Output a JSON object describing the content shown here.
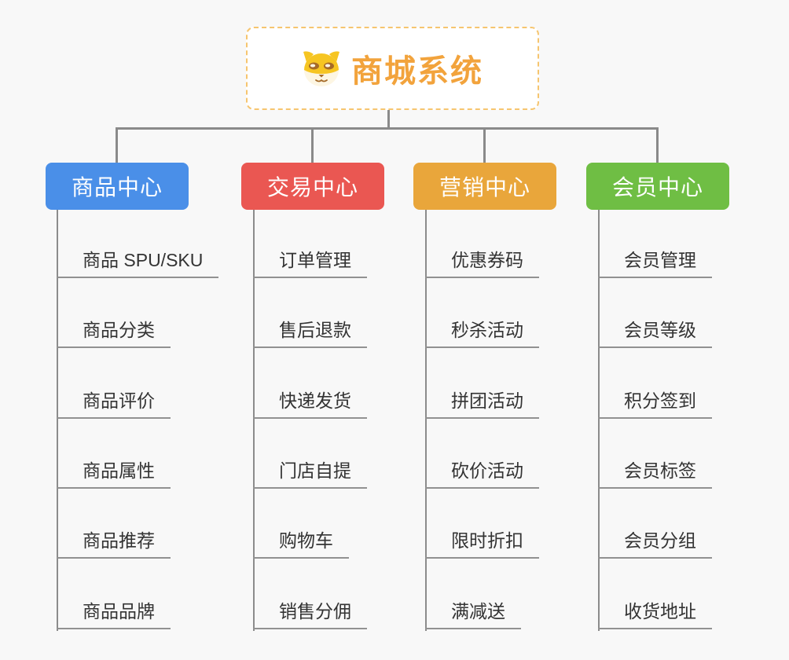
{
  "root": {
    "title": "商城系统",
    "icon": "shiba-dog-icon",
    "accent_color": "#f2a33c",
    "border_color": "#f6c56f"
  },
  "connector_color": "#8a8a8a",
  "background_color": "#f8f8f8",
  "item_text_color": "#333333",
  "branches": [
    {
      "label": "商品中心",
      "color": "#4a8fe8",
      "items": [
        "商品 SPU/SKU",
        "商品分类",
        "商品评价",
        "商品属性",
        "商品推荐",
        "商品品牌"
      ]
    },
    {
      "label": "交易中心",
      "color": "#ea5752",
      "items": [
        "订单管理",
        "售后退款",
        "快递发货",
        "门店自提",
        "购物车",
        "销售分佣"
      ]
    },
    {
      "label": "营销中心",
      "color": "#e9a63b",
      "items": [
        "优惠券码",
        "秒杀活动",
        "拼团活动",
        "砍价活动",
        "限时折扣",
        "满减送"
      ]
    },
    {
      "label": "会员中心",
      "color": "#6fbe44",
      "items": [
        "会员管理",
        "会员等级",
        "积分签到",
        "会员标签",
        "会员分组",
        "收货地址"
      ]
    }
  ]
}
